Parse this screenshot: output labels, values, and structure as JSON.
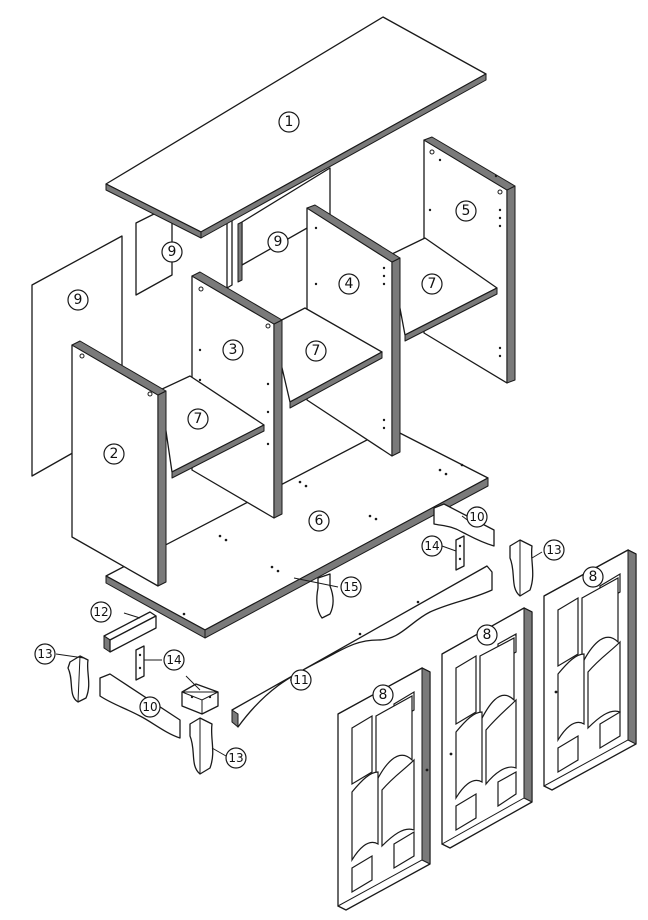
{
  "accent_color": "#1a1a1a",
  "edge_color": "#7a7a7a",
  "labels": {
    "p1": "1",
    "p2": "2",
    "p3": "3",
    "p4": "4",
    "p5": "5",
    "p6": "6",
    "p7a": "7",
    "p7b": "7",
    "p7c": "7",
    "p8a": "8",
    "p8b": "8",
    "p8c": "8",
    "p9a": "9",
    "p9b": "9",
    "p9c": "9",
    "p10a": "10",
    "p10b": "10",
    "p11": "11",
    "p12": "12",
    "p13a": "13",
    "p13b": "13",
    "p13c": "13",
    "p14a": "14",
    "p14b": "14",
    "p15": "15"
  }
}
